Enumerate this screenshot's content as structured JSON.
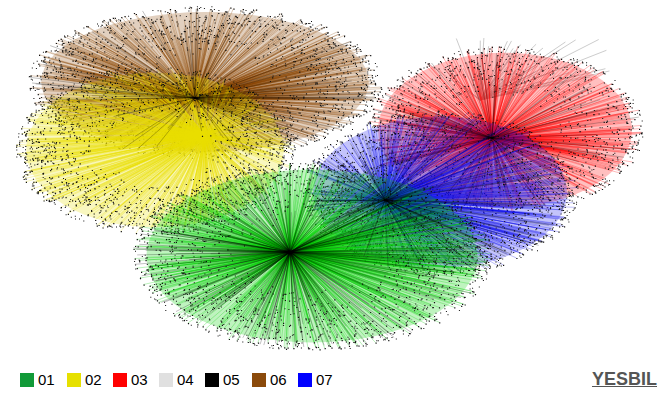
{
  "diagram": {
    "labels": [
      "YESBIL"
    ],
    "legend": [
      {
        "text": "01",
        "color": "#119a38"
      },
      {
        "text": "02",
        "color": "#e6e000"
      },
      {
        "text": "03",
        "color": "#ff0000"
      },
      {
        "text": "04",
        "color": "#e0e0e0"
      },
      {
        "text": "05",
        "color": "#000000"
      },
      {
        "text": "06",
        "color": "#8b4a0b"
      },
      {
        "text": "07",
        "color": "#0000ff"
      }
    ]
  }
}
